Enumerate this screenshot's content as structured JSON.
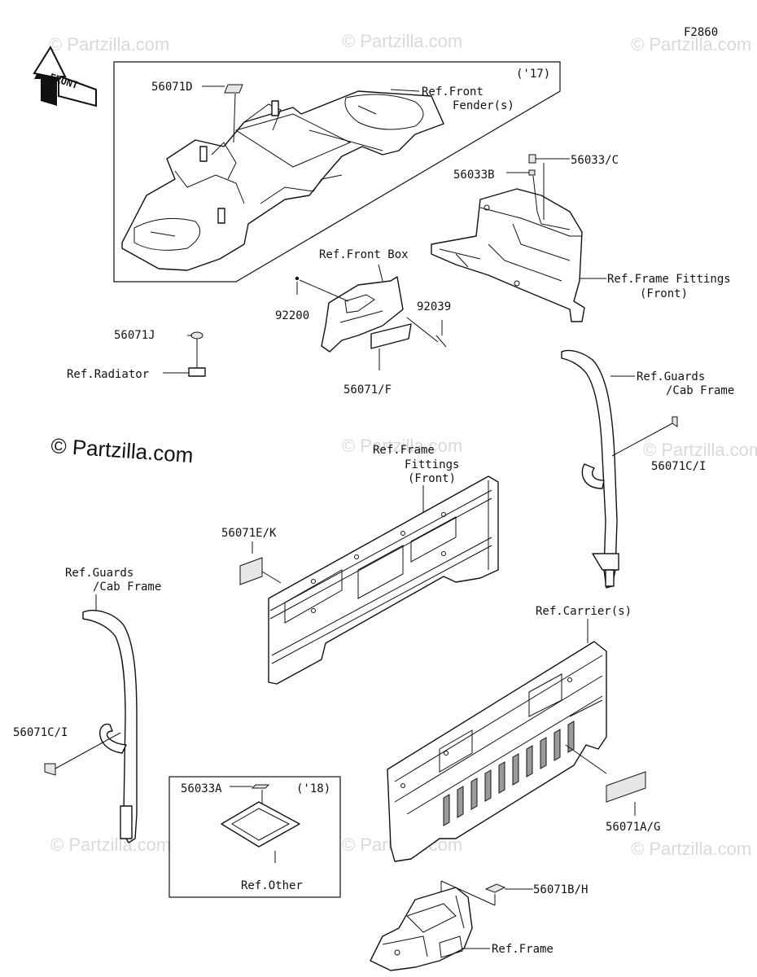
{
  "figure_code": "F2860",
  "front_arrow": {
    "label": "FRONT"
  },
  "watermarks": {
    "small": "© Partzilla.com",
    "main": "© Partzilla.com"
  },
  "boxes": {
    "top_year": "('17)",
    "bottom_year": "('18)"
  },
  "labels": {
    "p56071D": "56071D",
    "ref_front_fender_1": "Ref.Front",
    "ref_front_fender_2": "Fender(s)",
    "p56033C": "56033/C",
    "p56033B": "56033B",
    "ref_frame_fittings_front_a1": "Ref.Frame Fittings",
    "ref_frame_fittings_front_a2": "(Front)",
    "ref_front_box": "Ref.Front Box",
    "p92200": "92200",
    "p92039": "92039",
    "p56071J": "56071J",
    "ref_radiator": "Ref.Radiator",
    "p56071F": "56071/F",
    "ref_guards_right_1": "Ref.Guards",
    "ref_guards_right_2": "/Cab Frame",
    "p56071CI_right": "56071C/I",
    "ref_frame_fittings_b1": "Ref.Frame",
    "ref_frame_fittings_b2": "Fittings",
    "ref_frame_fittings_b3": "(Front)",
    "p56071EK": "56071E/K",
    "ref_guards_left_1": "Ref.Guards",
    "ref_guards_left_2": "/Cab Frame",
    "ref_carriers": "Ref.Carrier(s)",
    "p56071CI_left": "56071C/I",
    "p56033A": "56033A",
    "ref_other": "Ref.Other",
    "p56071AG": "56071A/G",
    "p56071BH": "56071B/H",
    "ref_frame": "Ref.Frame"
  }
}
